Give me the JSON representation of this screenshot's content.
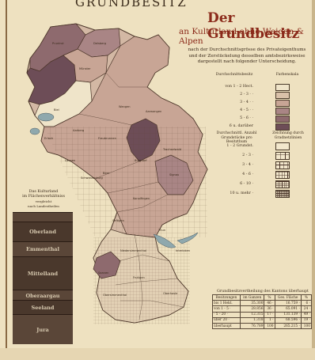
{
  "header": {
    "top_line": "GRUNDBESITZ",
    "title": "Der Grundbesitz",
    "subtitle": "an Kulturland ohne Weiden & Alpen",
    "description": [
      "nach der Durchschnittsgrösse des Privateigenthums",
      "und der Zerstückelung desselben amtsbezirksweise",
      "dargestellt nach folgender Unterscheidung."
    ]
  },
  "legend_sizes": {
    "col_label": "Durchschnittsbesitz",
    "col_scale": "Farbenskala",
    "rows": [
      {
        "label": "von 1 - 2 Hect.",
        "color": "#efe4c9"
      },
      {
        "label": "2 - 3 · ·",
        "color": "#d9c1a9"
      },
      {
        "label": "3 - 4 · ·",
        "color": "#c8a595"
      },
      {
        "label": "4 - 5 · ·",
        "color": "#a98585"
      },
      {
        "label": "5 - 6 · ·",
        "color": "#8e6a6e"
      },
      {
        "label": "6 u. darüber",
        "color": "#6d4d57"
      }
    ]
  },
  "legend_parcels": {
    "col_label": "Durchschnittl. Anzahl Grundstücke pro Besitzthum",
    "col_scale": "Zeichnung durch Gradnetzlinien",
    "rows": [
      {
        "label": "1 - 2 Grundst.",
        "hatch": 0
      },
      {
        "label": "2 - 3 ·",
        "hatch": 1
      },
      {
        "label": "3 - 4 ·",
        "hatch": 2
      },
      {
        "label": "4 - 6 ·",
        "hatch": 3
      },
      {
        "label": "6 - 10 ·",
        "hatch": 4
      },
      {
        "label": "10 u. mehr ·",
        "hatch": 5
      }
    ]
  },
  "regions_note": [
    "Das Kulturland",
    "im Flächenverhältniss",
    "vergleicht",
    "nach Landestheilen"
  ],
  "regions": [
    {
      "label": "",
      "share": 0.07
    },
    {
      "label": "Oberland",
      "share": 0.15
    },
    {
      "label": "Emmenthal",
      "share": 0.12
    },
    {
      "label": "Mittelland",
      "share": 0.25
    },
    {
      "label": "Oberaargau",
      "share": 0.08
    },
    {
      "label": "Seeland",
      "share": 0.11
    },
    {
      "label": "Jura",
      "share": 0.22
    }
  ],
  "map_labels": [
    "Bern",
    "Thun",
    "Burgdorf",
    "Biel",
    "Interlaken",
    "Pruntrut",
    "Delsberg",
    "Münster",
    "Erlach",
    "Aarberg",
    "Fraubrunnen",
    "Wangen",
    "Aarwangen",
    "Trachselwald",
    "Signau",
    "Konolfingen",
    "Seftigen",
    "Schwarzenburg",
    "Laupen",
    "Frutigen",
    "Saanen",
    "Obersimmenthal",
    "Niedersimmenthal",
    "Oberhasle"
  ],
  "stats_table": {
    "title": "Grundbesitzvertheilung des Kantons überhaupt",
    "header": [
      "Besitzungen",
      "im Ganzen",
      "%",
      "Ges. Fläche",
      "%"
    ],
    "rows": [
      [
        "bis 1 Hekt.",
        "35.300",
        "46 ·",
        "16.759 ·",
        "6 ·"
      ],
      [
        "von 1 - 5 ·",
        "28.856",
        "36 ·",
        "65.091 ·",
        "24 ·"
      ],
      [
        "· 5 - 20 ·",
        "12.315",
        "17 ·",
        "131.139 ·",
        "49 ·"
      ],
      [
        "über 20 ·",
        "1.318",
        "1 ·",
        "68.596 ·",
        "19 ·"
      ]
    ],
    "total": [
      "überhaupt",
      "76.789",
      "100",
      "265.215 ·",
      "100"
    ]
  },
  "colors": {
    "paper": "#eee1c0",
    "lake": "#8fa8ad",
    "title_red": "#8b2a1a",
    "ink": "#3a2a1a"
  }
}
